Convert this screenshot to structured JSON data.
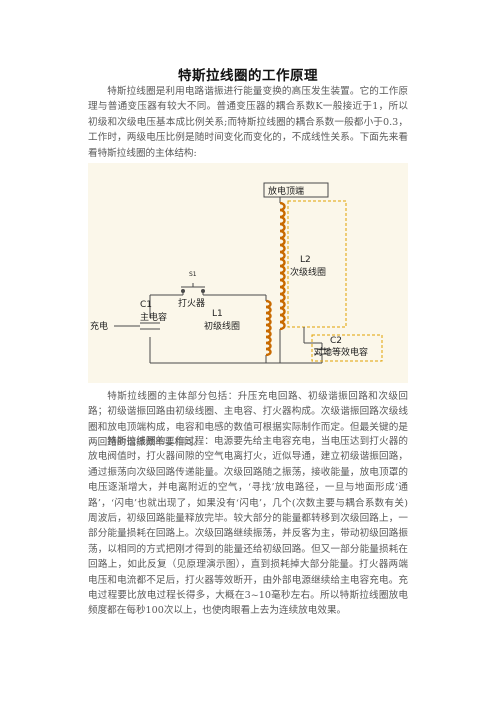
{
  "doc": {
    "title": "特斯拉线圈的工作原理",
    "paragraphs": [
      "特斯拉线圈是利用电路谐振进行能量变换的高压发生装置。它的工作原理与普通变压器有较大不同。普通变压器的耦合系数K一般接近于1，所以初级和次级电压基本成比例关系;而特斯拉线圈的耦合系数一般都小于0.3，工作时，两级电压比例是随时间变化而变化的，不成线性关系。下面先来看看特斯拉线圈的主体结构:",
      "特斯拉线圈的主体部分包括：升压充电回路、初级谐振回路和次级回路；初级谐振回路由初级线圈、主电容、打火器构成。次级谐振回路次级线圈和放电顶端构成，电容和电感的数值可根据实际制作而定。但最关键的是两回路的谐振频率要相同。",
      "特斯拉线圈的工作过程：电源要先给主电容充电，当电压达到打火器的放电阀值时，打火器间隙的空气电离打火，近似导通，建立初级谐振回路，通过振荡向次级回路传递能量。次级回路随之振荡，接收能量，放电顶罩的电压逐渐增大，并电离附近的空气，‘寻找’放电路径，一旦与地面形成‘通路’，‘闪电’也就出现了，如果没有‘闪电’，几个(次数主要与耦合系数有关)周波后，初级回路能量释放完毕。较大部分的能量都转移到次级回路上，一部分能量损耗在回路上。次级回路继续振荡，并反客为主，带动初级回路振荡，以相同的方式把刚才得到的能量还给初级回路。但又一部分能量损耗在回路上，如此反复（见原理演示图），直到损耗掉大部分能量。打火器两端电压和电流都不足后，打火器等效断开，由外部电源继续给主电容充电。充电过程要比放电过程长得多，大概在3~10毫秒左右。所以特斯拉线圈放电频度都在每秒100次以上，也使肉眼看上去为连续放电效果。"
    ]
  },
  "diagram": {
    "top_load": "放电顶端",
    "switch_id": "S1",
    "spark_gap": "打火器",
    "c1_id": "C1",
    "c1_name": "主电容",
    "l1_id": "L1",
    "l1_name": "初级线圈",
    "l2_id": "L2",
    "l2_name": "次级线圈",
    "c2_id": "C2",
    "c2_name": "对地等效电容",
    "charge": "充电"
  }
}
